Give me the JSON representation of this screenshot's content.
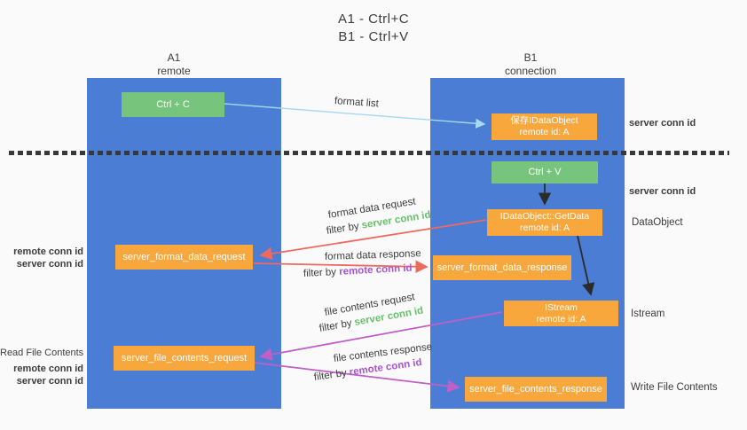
{
  "title": {
    "line1": "A1 - Ctrl+C",
    "line2": "B1 - Ctrl+V"
  },
  "lifelines": {
    "a1": {
      "name": "A1",
      "role": "remote"
    },
    "b1": {
      "name": "B1",
      "role": "connection"
    }
  },
  "nodes": {
    "ctrl_c": {
      "label": "Ctrl + C"
    },
    "ctrl_v": {
      "label": "Ctrl + V"
    },
    "save_idataobject": {
      "line1": "保存IDataObject",
      "line2": "remote id: A"
    },
    "getdata": {
      "line1": "IDataObject::GetData",
      "line2": "remote id: A"
    },
    "istream": {
      "line1": "IStream",
      "line2": "remote id: A"
    },
    "format_request": {
      "label": "server_format_data_request"
    },
    "format_response": {
      "label": "server_format_data_response"
    },
    "file_request": {
      "label": "server_file_contents_request"
    },
    "file_response": {
      "label": "server_file_contents_response"
    }
  },
  "edge_labels": {
    "format_list": "format list",
    "format_data_request": "format data request",
    "format_data_response": "format data response",
    "file_contents_request": "file contents request",
    "file_contents_response": "file contents response",
    "filter_by": "filter by ",
    "server_conn_id": "server conn id",
    "remote_conn_id": "remote conn id"
  },
  "side_labels": {
    "right_server_conn_id_1": "server conn id",
    "right_server_conn_id_2": "server conn id",
    "right_dataobject": "DataObject",
    "right_istream": "Istream",
    "right_write_file_contents": "Write File Contents",
    "left_remote_conn_id_1": "remote conn id",
    "left_server_conn_id_1": "server conn id",
    "left_read_file_contents": "Read File Contents",
    "left_remote_conn_id_2": "remote conn id",
    "left_server_conn_id_2": "server conn id"
  },
  "colors": {
    "lifeline_blue": "#4a7dd3",
    "node_green": "#77c57c",
    "node_orange": "#f7a73c",
    "conn_id_green": "#67c06a",
    "conn_id_purple": "#a855d1",
    "arrow_red": "#ee6a5f",
    "arrow_magenta": "#c05fc6",
    "arrow_lightblue": "#a7d9f2",
    "arrow_black": "#2b2b2b"
  }
}
